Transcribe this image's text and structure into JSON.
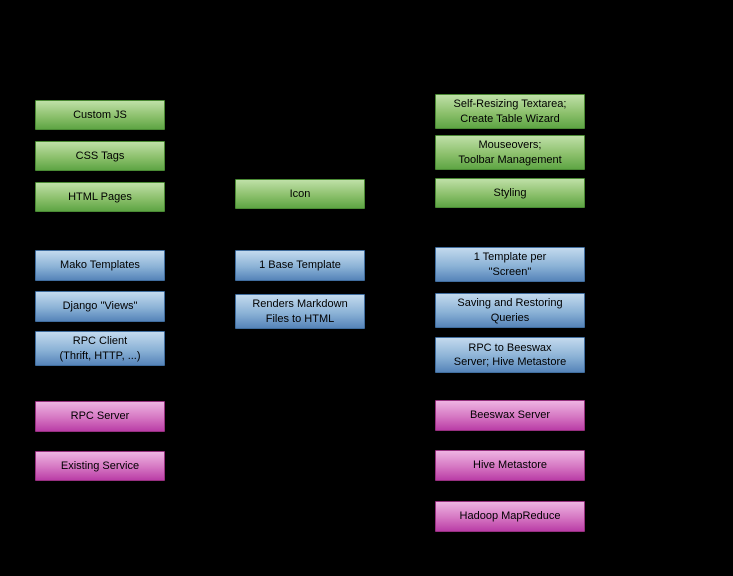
{
  "diagram": {
    "background_color": "#000000",
    "box_colors": {
      "green": {
        "top": "#bfe0a8",
        "bottom": "#5ea544"
      },
      "blue": {
        "top": "#c3daee",
        "bottom": "#5684b9"
      },
      "magenta": {
        "top": "#eeb4e2",
        "bottom": "#ba3ea7"
      },
      "text": "#000000"
    },
    "columns": [
      {
        "name": "left-column",
        "boxes": [
          {
            "label": "Custom JS",
            "color": "green"
          },
          {
            "label": "CSS Tags",
            "color": "green"
          },
          {
            "label": "HTML Pages",
            "color": "green"
          },
          {
            "label": "Mako Templates",
            "color": "blue"
          },
          {
            "label": "Django \"Views\"",
            "color": "blue"
          },
          {
            "label": "RPC Client\n(Thrift, HTTP, ...)",
            "color": "blue"
          },
          {
            "label": "RPC Server",
            "color": "magenta"
          },
          {
            "label": "Existing Service",
            "color": "magenta"
          }
        ]
      },
      {
        "name": "middle-column",
        "boxes": [
          {
            "label": "Icon",
            "color": "green"
          },
          {
            "label": "1 Base Template",
            "color": "blue"
          },
          {
            "label": "Renders Markdown\nFiles to HTML",
            "color": "blue"
          }
        ]
      },
      {
        "name": "right-column",
        "boxes": [
          {
            "label": "Self-Resizing Textarea;\nCreate Table Wizard",
            "color": "green"
          },
          {
            "label": "Mouseovers;\nToolbar Management",
            "color": "green"
          },
          {
            "label": "Styling",
            "color": "green"
          },
          {
            "label": "1 Template per\n\"Screen\"",
            "color": "blue"
          },
          {
            "label": "Saving and Restoring\nQueries",
            "color": "blue"
          },
          {
            "label": "RPC to Beeswax\nServer; Hive Metastore",
            "color": "blue"
          },
          {
            "label": "Beeswax Server",
            "color": "magenta"
          },
          {
            "label": "Hive Metastore",
            "color": "magenta"
          },
          {
            "label": "Hadoop MapReduce",
            "color": "magenta"
          }
        ]
      }
    ]
  }
}
